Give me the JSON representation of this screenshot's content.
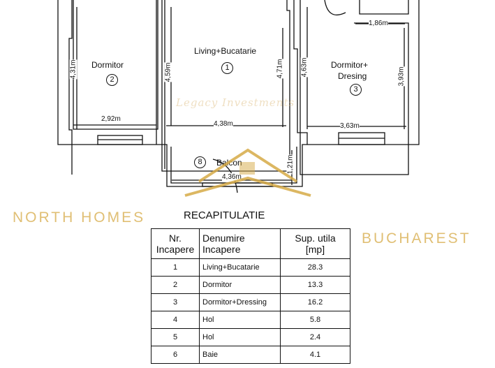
{
  "rooms": [
    {
      "name": "Dormitor",
      "number": "2"
    },
    {
      "name": "Living+Bucatarie",
      "number": "1"
    },
    {
      "name_line1": "Dormitor+",
      "name_line2": "Dresing",
      "number": "3"
    },
    {
      "name": "Balcon",
      "number": "8"
    }
  ],
  "dimensions": {
    "d431": "4,31m",
    "d292": "2,92m",
    "d459": "4,59m",
    "d471": "4,71m",
    "d438": "4,38m",
    "d463": "4,63m",
    "d393": "3,93m",
    "d186": "1,86m",
    "d363": "3,63m",
    "d121": "1,21m",
    "d436": "4,36m"
  },
  "watermark": {
    "script": "Legacy Investments",
    "line1": "NORTH HOMES",
    "line2": "BUCHAREST",
    "color": "#d6aa46"
  },
  "table": {
    "title": "RECAPITULATIE",
    "headers": [
      "Nr.\nIncapere",
      "Denumire\nIncapere",
      "Sup. utila\n[mp]"
    ],
    "rows": [
      {
        "nr": "1",
        "name": "Living+Bucatarie",
        "area": "28.3"
      },
      {
        "nr": "2",
        "name": "Dormitor",
        "area": "13.3"
      },
      {
        "nr": "3",
        "name": "Dormitor+Dressing",
        "area": "16.2"
      },
      {
        "nr": "4",
        "name": "Hol",
        "area": "5.8"
      },
      {
        "nr": "5",
        "name": "Hol",
        "area": "2.4"
      },
      {
        "nr": "6",
        "name": "Baie",
        "area": "4.1"
      }
    ]
  }
}
